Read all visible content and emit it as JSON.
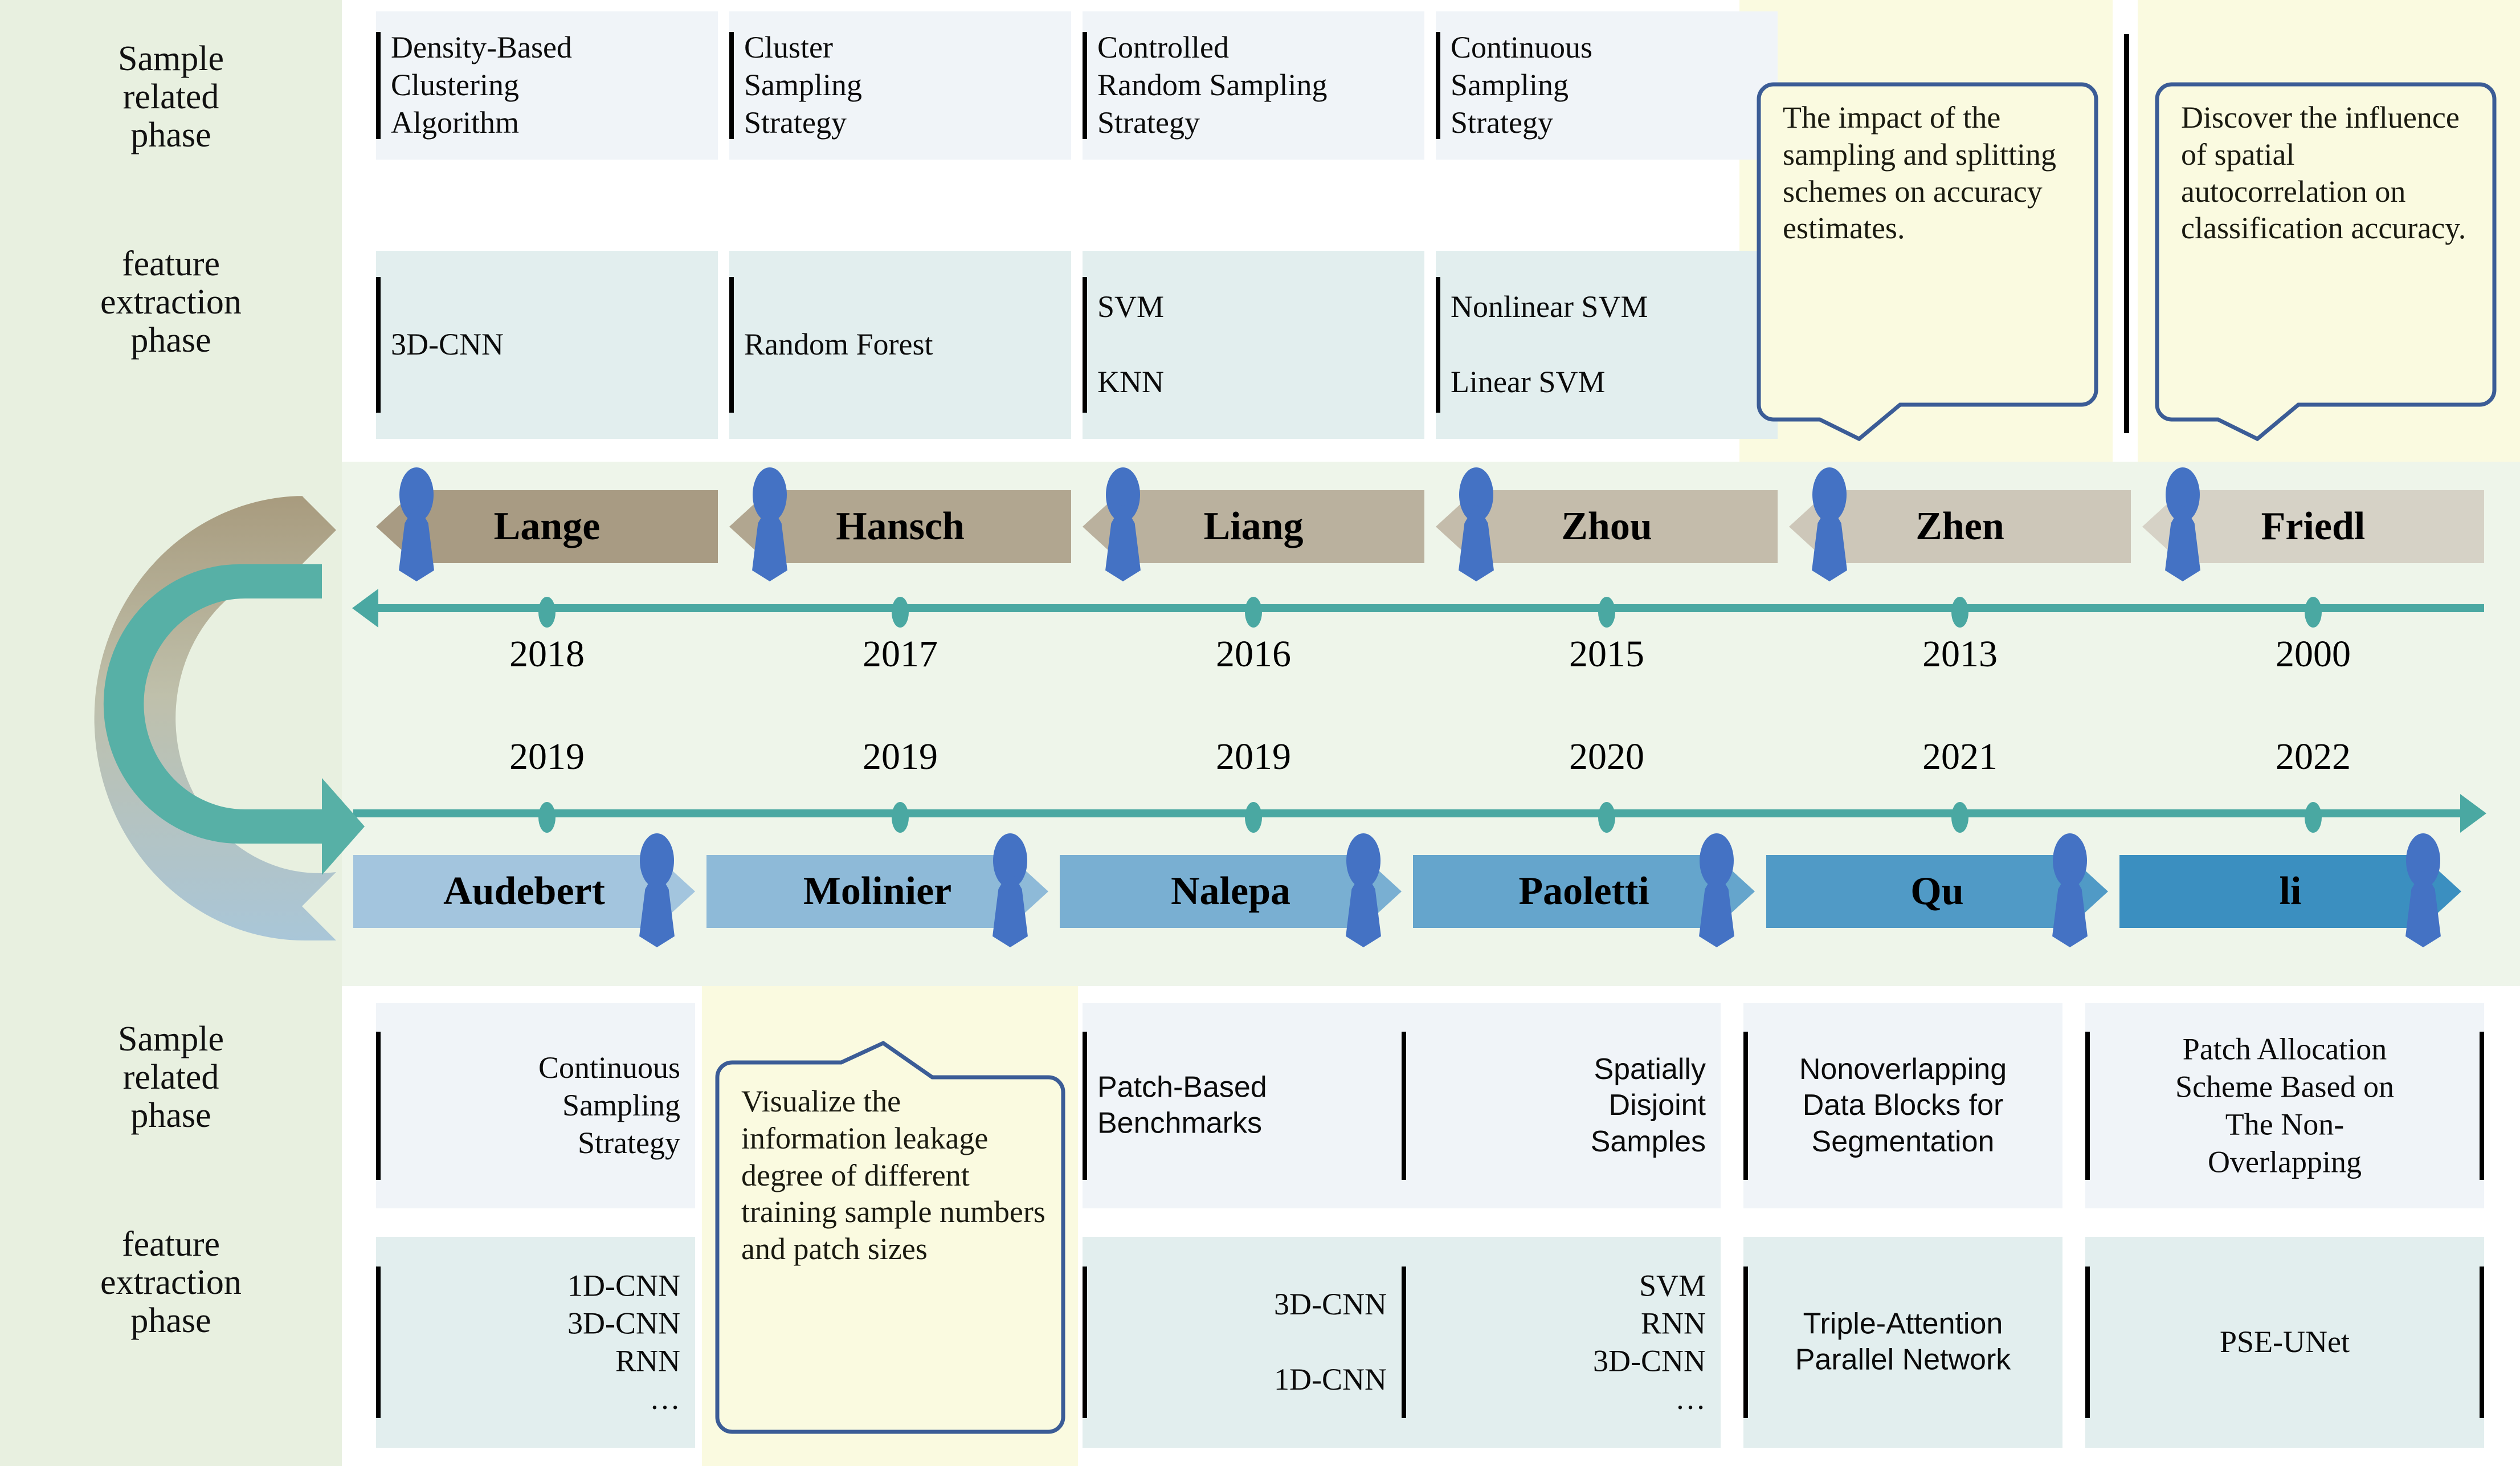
{
  "row_labels": {
    "top_sample": "Sample\nrelated\nphase",
    "top_feature": "feature\nextraction\nphase",
    "bottom_sample": "Sample\nrelated\nphase",
    "bottom_feature": "feature\nextraction\nphase"
  },
  "colors": {
    "left_panel": "#e8f0e0",
    "band": "#eef5ea",
    "sample_box": "#f0f4f8",
    "feature_box": "#e2eeee",
    "callout_fill": "#fafae0",
    "callout_border": "#3b5c96",
    "axis": "#4aa8a2",
    "person": "#4472c4",
    "chevron_top_start": "#a89b83",
    "chevron_top_end": "#d6d2c6",
    "chevron_bottom_start": "#a3c5de",
    "chevron_bottom_end": "#3b8fc0"
  },
  "top": {
    "sample_boxes": [
      {
        "lines": [
          "Density-Based",
          "Clustering",
          "Algorithm"
        ],
        "align": "left"
      },
      {
        "lines": [
          "Cluster",
          "Sampling",
          "Strategy"
        ],
        "align": "left"
      },
      {
        "lines": [
          "Controlled",
          "Random Sampling",
          "Strategy"
        ],
        "align": "left"
      },
      {
        "lines": [
          "Continuous",
          "Sampling",
          "Strategy"
        ],
        "align": "left"
      }
    ],
    "feature_boxes": [
      {
        "lines": [
          "3D-CNN"
        ],
        "align": "left"
      },
      {
        "lines": [
          "Random Forest"
        ],
        "align": "left"
      },
      {
        "lines": [
          "SVM",
          "",
          "KNN"
        ],
        "align": "left"
      },
      {
        "lines": [
          "Nonlinear SVM",
          "",
          "Linear SVM"
        ],
        "align": "left"
      }
    ],
    "callouts": [
      {
        "text": "The impact of the sampling and splitting schemes on accuracy estimates.",
        "pointer": "down"
      },
      {
        "text": "Discover the influence of spatial autocorrelation on classification accuracy.",
        "pointer": "down"
      }
    ],
    "timeline": {
      "direction": "left",
      "entries": [
        {
          "name": "Lange",
          "year": "2018"
        },
        {
          "name": "Hansch",
          "year": "2017"
        },
        {
          "name": "Liang",
          "year": "2016"
        },
        {
          "name": "Zhou",
          "year": "2015"
        },
        {
          "name": "Zhen",
          "year": "2013"
        },
        {
          "name": "Friedl",
          "year": "2000"
        }
      ]
    }
  },
  "bottom": {
    "timeline": {
      "direction": "right",
      "entries": [
        {
          "name": "Audebert",
          "year": "2019"
        },
        {
          "name": "Molinier",
          "year": "2019"
        },
        {
          "name": "Nalepa",
          "year": "2019"
        },
        {
          "name": "Paoletti",
          "year": "2020"
        },
        {
          "name": "Qu",
          "year": "2021"
        },
        {
          "name": "li",
          "year": "2022"
        }
      ]
    },
    "sample_boxes": [
      {
        "lines": [
          "Continuous",
          "Sampling",
          "Strategy"
        ],
        "align": "right",
        "font": "serif"
      },
      {
        "lines": [
          "Patch-Based",
          "Benchmarks"
        ],
        "align": "left",
        "font": "sans"
      },
      {
        "lines": [
          "Spatially",
          "Disjoint",
          "Samples"
        ],
        "align": "right",
        "font": "sans"
      },
      {
        "lines": [
          "Nonoverlapping",
          "Data Blocks for",
          "Segmentation"
        ],
        "align": "center",
        "font": "sans"
      },
      {
        "lines": [
          "Patch Allocation",
          "Scheme Based on",
          "The Non-",
          "Overlapping"
        ],
        "align": "center",
        "font": "serif"
      }
    ],
    "feature_boxes": [
      {
        "lines": [
          "1D-CNN",
          "3D-CNN",
          "RNN",
          "…"
        ],
        "align": "right",
        "font": "serif"
      },
      {
        "lines": [
          "3D-CNN",
          "",
          "1D-CNN"
        ],
        "align": "right",
        "font": "serif"
      },
      {
        "lines": [
          "SVM",
          "RNN",
          "3D-CNN",
          "…"
        ],
        "align": "right",
        "font": "serif"
      },
      {
        "lines": [
          "Triple-Attention",
          "Parallel Network"
        ],
        "align": "center",
        "font": "sans"
      },
      {
        "lines": [
          "PSE-UNet"
        ],
        "align": "center",
        "font": "serif"
      }
    ],
    "callouts": [
      {
        "text": "Visualize the information leakage degree of different training sample numbers and patch sizes",
        "pointer": "up"
      }
    ]
  }
}
